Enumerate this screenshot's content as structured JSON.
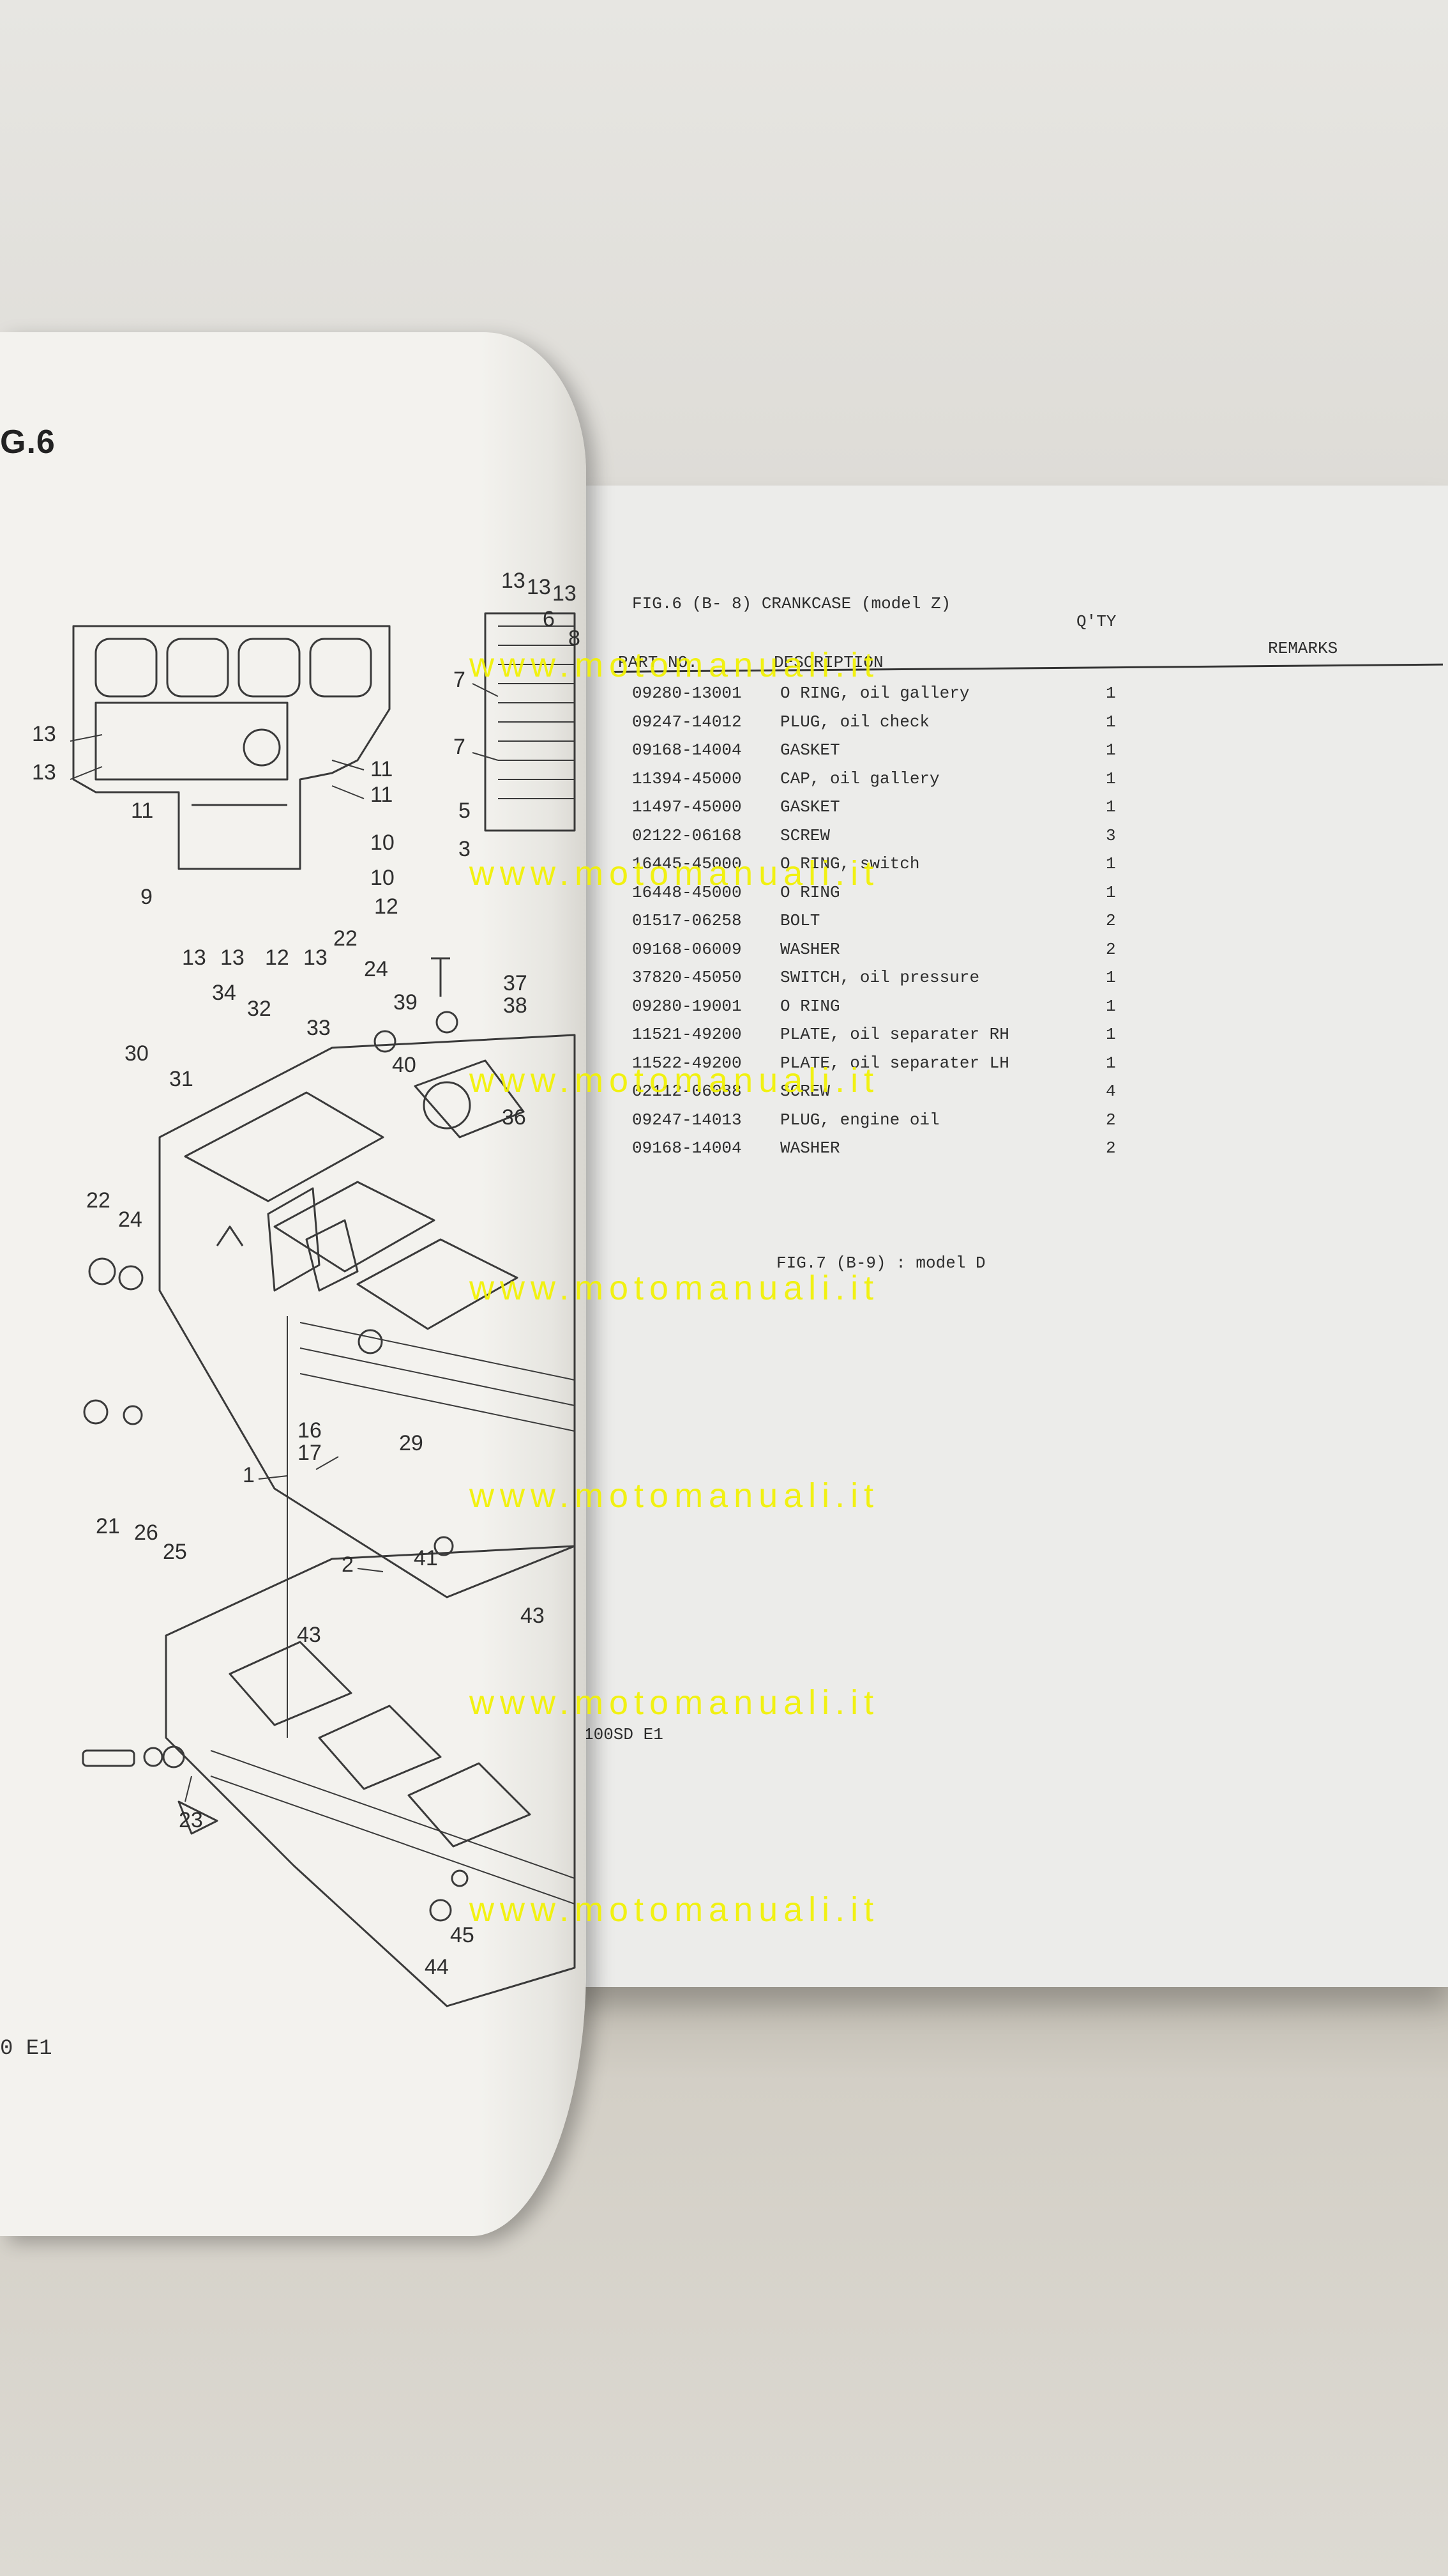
{
  "left_page": {
    "fig_label": "G.6",
    "model_label": "0 E1",
    "callouts": [
      "13",
      "13",
      "13",
      "7",
      "7",
      "5",
      "3",
      "13",
      "13",
      "11",
      "11",
      "10",
      "10",
      "12",
      "9",
      "11",
      "13",
      "13",
      "12",
      "13",
      "22",
      "24",
      "37",
      "38",
      "39",
      "34",
      "32",
      "33",
      "40",
      "30",
      "31",
      "36",
      "22",
      "24",
      "16",
      "17",
      "29",
      "1",
      "21",
      "26",
      "25",
      "2",
      "41",
      "43",
      "43",
      "23",
      "45",
      "44",
      "6",
      "8"
    ]
  },
  "right_page": {
    "title": "FIG.6  (B- 8) CRANKCASE (model Z)",
    "columns": {
      "part_no": "PART NO.",
      "description": "DESCRIPTION",
      "qty": "Q'TY",
      "remarks": "REMARKS"
    },
    "parts": [
      {
        "part_no": "09280-13001",
        "description": "O RING, oil gallery",
        "qty": "1"
      },
      {
        "part_no": "09247-14012",
        "description": "PLUG, oil check",
        "qty": "1"
      },
      {
        "part_no": "09168-14004",
        "description": "GASKET",
        "qty": "1"
      },
      {
        "part_no": "11394-45000",
        "description": "CAP, oil gallery",
        "qty": "1"
      },
      {
        "part_no": "11497-45000",
        "description": "GASKET",
        "qty": "1"
      },
      {
        "part_no": "02122-06168",
        "description": "SCREW",
        "qty": "3"
      },
      {
        "part_no": "16445-45000",
        "description": "O RING, switch",
        "qty": "1"
      },
      {
        "part_no": "16448-45000",
        "description": "O RING",
        "qty": "1"
      },
      {
        "part_no": "01517-06258",
        "description": "BOLT",
        "qty": "2"
      },
      {
        "part_no": "09168-06009",
        "description": "WASHER",
        "qty": "2"
      },
      {
        "part_no": "37820-45050",
        "description": "SWITCH, oil pressure",
        "qty": "1"
      },
      {
        "part_no": "09280-19001",
        "description": "O RING",
        "qty": "1"
      },
      {
        "part_no": "11521-49200",
        "description": "PLATE, oil separater RH",
        "qty": "1"
      },
      {
        "part_no": "11522-49200",
        "description": "PLATE, oil separater LH",
        "qty": "1"
      },
      {
        "part_no": "02112-06088",
        "description": "SCREW",
        "qty": "4"
      },
      {
        "part_no": "09247-14013",
        "description": "PLUG, engine oil",
        "qty": "2"
      },
      {
        "part_no": "09168-14004",
        "description": "WASHER",
        "qty": "2"
      }
    ],
    "next_fig": "FIG.7 (B-9) : model D",
    "page_code": "100SD E1"
  },
  "watermark": "www.motomanuali.it",
  "colors": {
    "watermark": "#f2f200",
    "paper": "#ececea",
    "ink": "#2d2d2d"
  }
}
